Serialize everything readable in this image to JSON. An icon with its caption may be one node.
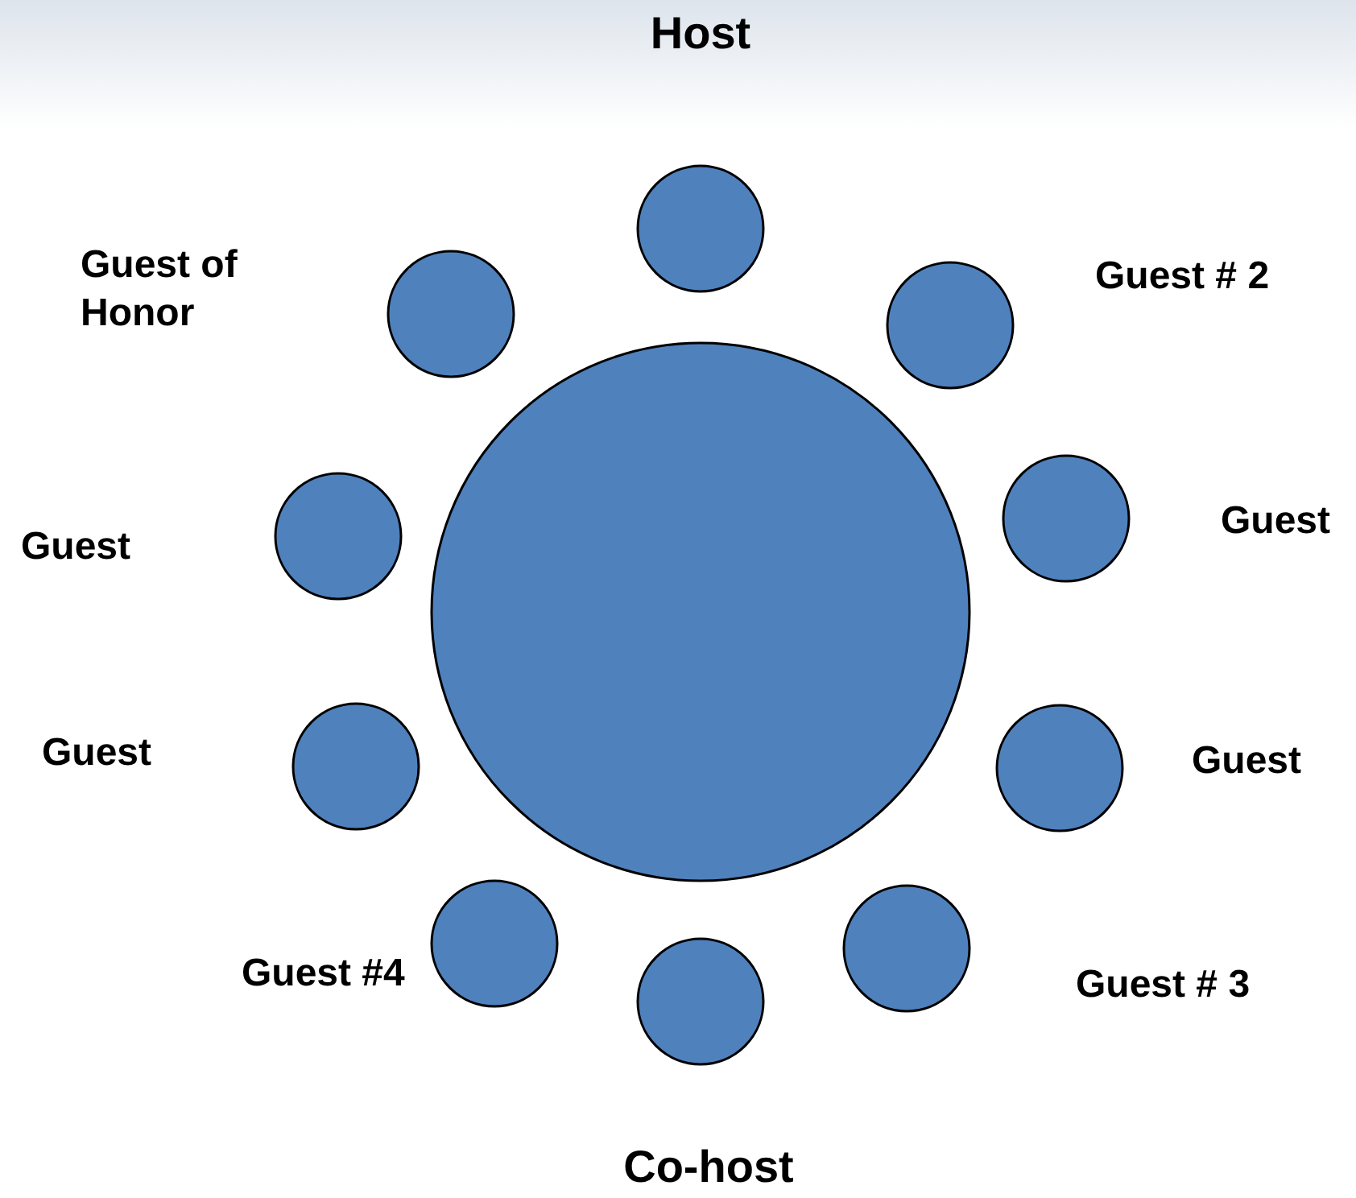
{
  "diagram": {
    "nodes": [
      {
        "text": [],
        "shape": "circle",
        "beside": [
          "Host"
        ]
      },
      {
        "text": [],
        "shape": "circle",
        "beside": [
          "Guest of Honor"
        ]
      },
      {
        "text": [],
        "shape": "circle",
        "beside": [
          "Guest # 2"
        ]
      },
      {
        "text": [],
        "shape": "circle",
        "beside": [
          "Guest"
        ]
      },
      {
        "text": [],
        "shape": "circle",
        "beside": [
          "Guest"
        ]
      },
      {
        "text": [],
        "shape": "circle"
      },
      {
        "text": [],
        "shape": "circle",
        "beside": [
          "Guest"
        ]
      },
      {
        "text": [],
        "shape": "circle",
        "beside": [
          "Guest"
        ]
      },
      {
        "text": [],
        "shape": "circle",
        "beside": [
          "Guest #4"
        ]
      },
      {
        "text": [],
        "shape": "circle",
        "beside": [
          "Guest # 3"
        ]
      },
      {
        "text": [],
        "shape": "circle",
        "beside": [
          "Co-host"
        ]
      }
    ],
    "edges": []
  }
}
